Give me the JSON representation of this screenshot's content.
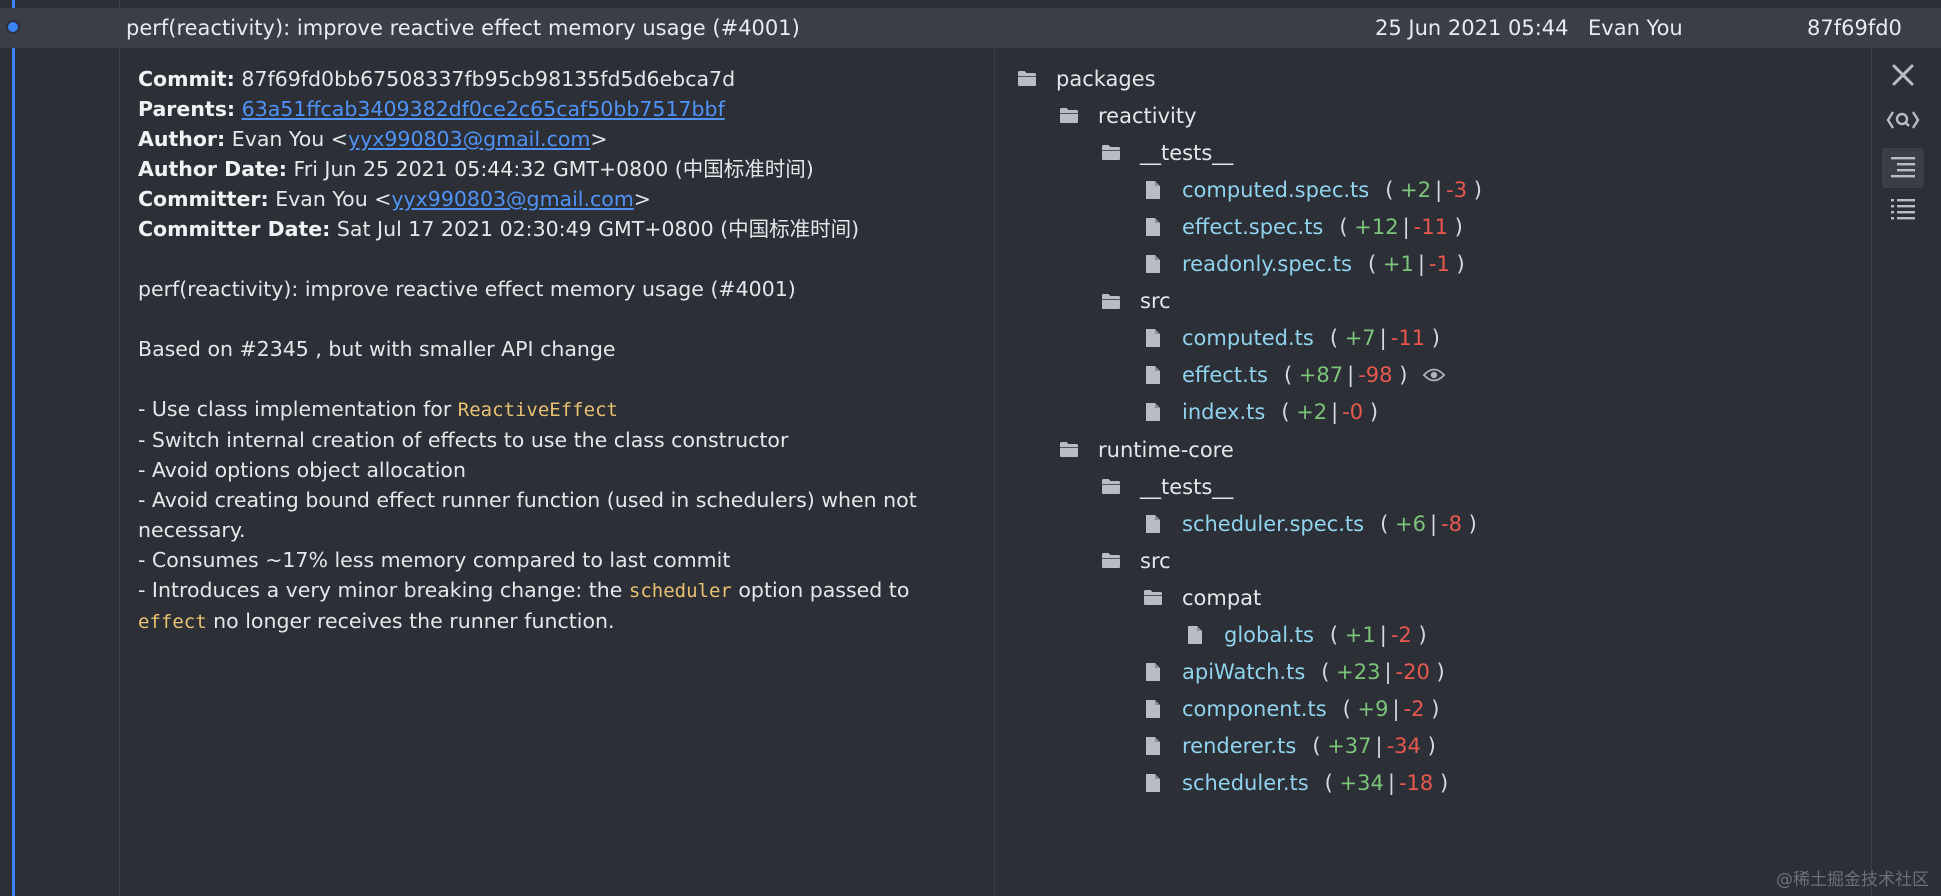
{
  "header": {
    "subject": "perf(reactivity): improve reactive effect memory usage (#4001)",
    "date": "25 Jun 2021 05:44",
    "author": "Evan You",
    "hash": "87f69fd0"
  },
  "details": {
    "commit_label": "Commit:",
    "commit_value": "87f69fd0bb67508337fb95cb98135fd5d6ebca7d",
    "parents_label": "Parents:",
    "parents_value": "63a51ffcab3409382df0ce2c65caf50bb7517bbf",
    "author_label": "Author:",
    "author_name": "Evan You <",
    "author_email": "yyx990803@gmail.com",
    "author_close": ">",
    "author_date_label": "Author Date:",
    "author_date_value": "Fri Jun 25 2021 05:44:32 GMT+0800 (中国标准时间)",
    "committer_label": "Committer:",
    "committer_name": "Evan You <",
    "committer_email": "yyx990803@gmail.com",
    "committer_close": ">",
    "committer_date_label": "Committer Date:",
    "committer_date_value": "Sat Jul 17 2021 02:30:49 GMT+0800 (中国标准时间)"
  },
  "message": {
    "title": "perf(reactivity): improve reactive effect memory usage (#4001)",
    "intro": "Based on #2345 , but with smaller API change",
    "b1_text": "- Use class implementation for ",
    "b1_code": "ReactiveEffect",
    "b2": "- Switch internal creation of effects to use the class constructor",
    "b3": "- Avoid options object allocation",
    "b4": "- Avoid creating bound effect runner function (used in schedulers) when not necessary.",
    "b5": "- Consumes ~17% less memory compared to last commit",
    "b6_text1": "- Introduces a very minor breaking change: the ",
    "b6_code1": "scheduler",
    "b6_text2": " option passed to",
    "b6_code2": "effect",
    "b6_text3": " no longer receives the runner function."
  },
  "tree": [
    {
      "type": "folder",
      "depth": 0,
      "label": "packages"
    },
    {
      "type": "folder",
      "depth": 1,
      "label": "reactivity"
    },
    {
      "type": "folder",
      "depth": 2,
      "label": "__tests__"
    },
    {
      "type": "file",
      "depth": 3,
      "label": "computed.spec.ts",
      "add": "+2",
      "del": "-3"
    },
    {
      "type": "file",
      "depth": 3,
      "label": "effect.spec.ts",
      "add": "+12",
      "del": "-11"
    },
    {
      "type": "file",
      "depth": 3,
      "label": "readonly.spec.ts",
      "add": "+1",
      "del": "-1"
    },
    {
      "type": "folder",
      "depth": 2,
      "label": "src"
    },
    {
      "type": "file",
      "depth": 3,
      "label": "computed.ts",
      "add": "+7",
      "del": "-11"
    },
    {
      "type": "file",
      "depth": 3,
      "label": "effect.ts",
      "add": "+87",
      "del": "-98",
      "viewing": true
    },
    {
      "type": "file",
      "depth": 3,
      "label": "index.ts",
      "add": "+2",
      "del": "-0"
    },
    {
      "type": "folder",
      "depth": 1,
      "label": "runtime-core"
    },
    {
      "type": "folder",
      "depth": 2,
      "label": "__tests__"
    },
    {
      "type": "file",
      "depth": 3,
      "label": "scheduler.spec.ts",
      "add": "+6",
      "del": "-8"
    },
    {
      "type": "folder",
      "depth": 2,
      "label": "src"
    },
    {
      "type": "folder",
      "depth": 3,
      "label": "compat"
    },
    {
      "type": "file",
      "depth": 4,
      "label": "global.ts",
      "add": "+1",
      "del": "-2"
    },
    {
      "type": "file",
      "depth": 3,
      "label": "apiWatch.ts",
      "add": "+23",
      "del": "-20"
    },
    {
      "type": "file",
      "depth": 3,
      "label": "component.ts",
      "add": "+9",
      "del": "-2"
    },
    {
      "type": "file",
      "depth": 3,
      "label": "renderer.ts",
      "add": "+37",
      "del": "-34"
    },
    {
      "type": "file",
      "depth": 3,
      "label": "scheduler.ts",
      "add": "+34",
      "del": "-18"
    }
  ],
  "stat": {
    "open": "(",
    "sep": "|",
    "close": ")"
  },
  "toolbar": [
    {
      "name": "close-icon",
      "active": false
    },
    {
      "name": "code-search-icon",
      "active": false
    },
    {
      "name": "tree-view-icon",
      "active": true
    },
    {
      "name": "list-view-icon",
      "active": false
    }
  ],
  "watermark": "@稀土掘金技术社区"
}
